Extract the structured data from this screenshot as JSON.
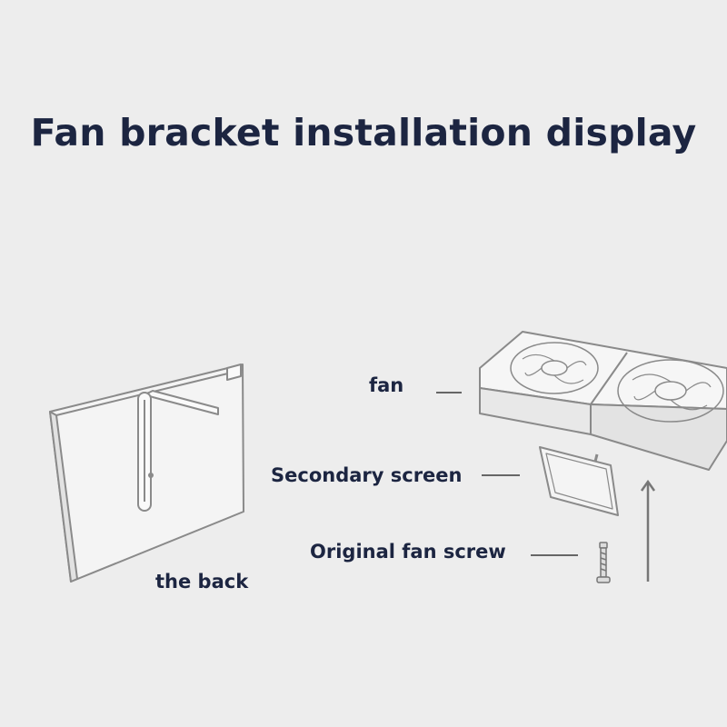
{
  "title": "Fan bracket installation display",
  "labels": {
    "fan": "fan",
    "secondary_screen": "Secondary screen",
    "original_fan_screw": "Original fan screw",
    "the_back": "the back"
  },
  "colors": {
    "background": "#ededed",
    "text": "#1c2541",
    "line": "#8a8a8a"
  }
}
